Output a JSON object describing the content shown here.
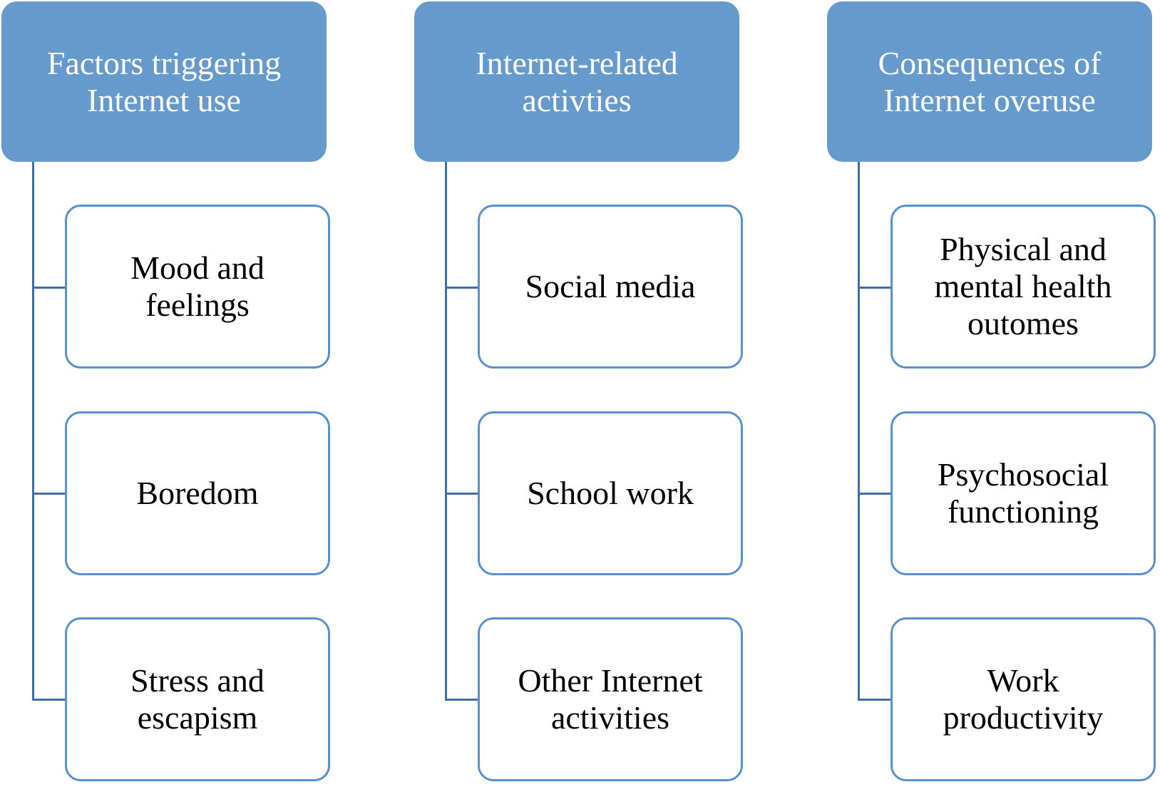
{
  "columns": [
    {
      "title": "Factors triggering\nInternet use",
      "items": [
        "Mood and feelings",
        "Boredom",
        "Stress and escapism"
      ]
    },
    {
      "title": "Internet-related\nactivties",
      "items": [
        "Social media",
        "School work",
        "Other Internet activities"
      ]
    },
    {
      "title": "Consequences of\nInternet overuse",
      "items": [
        "Physical and mental health outomes",
        "Psychosocial functioning",
        "Work productivity"
      ]
    }
  ],
  "colors": {
    "header": "#6699cc",
    "border": "#5b8fcc",
    "connector": "#3f6fa8"
  }
}
